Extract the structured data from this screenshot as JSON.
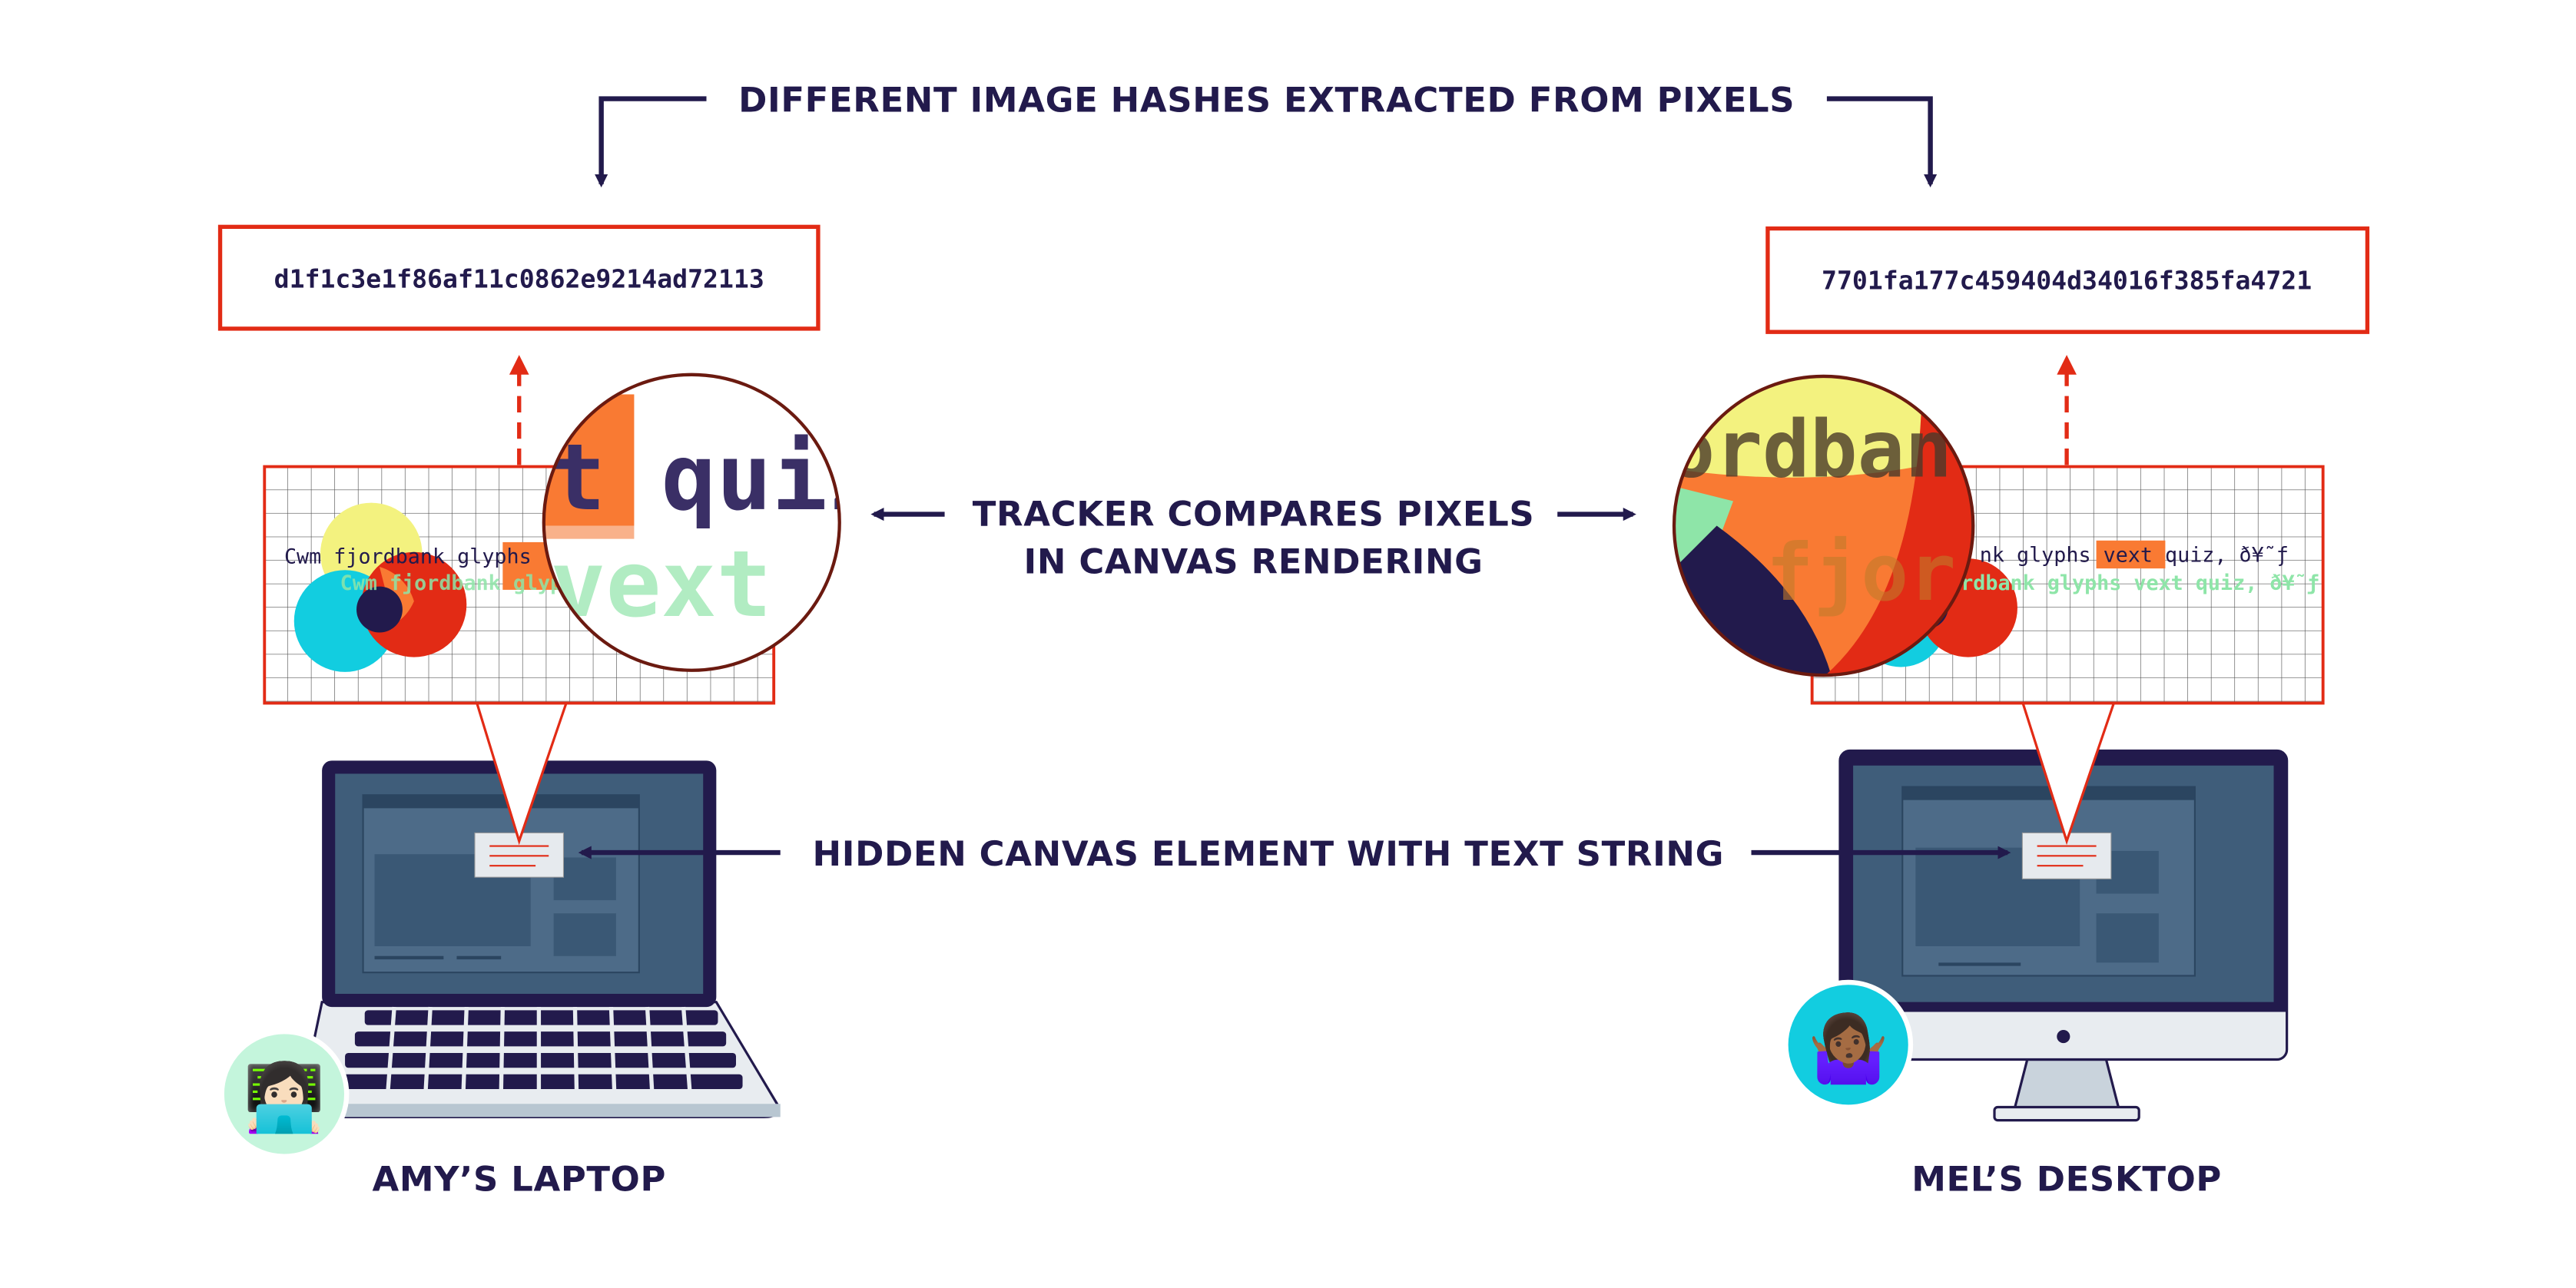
{
  "labels": {
    "top": "DIFFERENT IMAGE HASHES EXTRACTED FROM PIXELS",
    "middle_line1": "TRACKER COMPARES PIXELS",
    "middle_line2": "IN CANVAS RENDERING",
    "bottom": "HIDDEN CANVAS ELEMENT WITH TEXT STRING"
  },
  "left_device": {
    "name": "AMY’S LAPTOP",
    "hash": "d1f1c3e1f86af11c0862e9214ad72113",
    "canvas_text": "Cwm fjordbank glyphs",
    "canvas_text_shadow": "Cwm fjordbank glyphs",
    "magnifier_text_top": "t quiz",
    "magnifier_text_bottom": "vext qu",
    "avatar_icon": "woman-technologist-emoji"
  },
  "right_device": {
    "name": "MEL’S DESKTOP",
    "hash": "7701fa177c459404d34016f385fa4721",
    "canvas_text": "nk glyphs vext quiz, ð¥˜ƒ",
    "canvas_text_shadow": "ordbank glyphs vext quiz, ð¥˜ƒ",
    "magnifier_text_top": "ordban",
    "magnifier_text_bottom": "fjor",
    "avatar_icon": "woman-shrugging-emoji"
  },
  "colors": {
    "navy": "#221a4c",
    "red": "#e22b15",
    "orange": "#f97a33",
    "yellow": "#f3f27f",
    "cyan": "#12cde0",
    "green": "#8ee5a8",
    "screen": "#3f5d7a"
  }
}
